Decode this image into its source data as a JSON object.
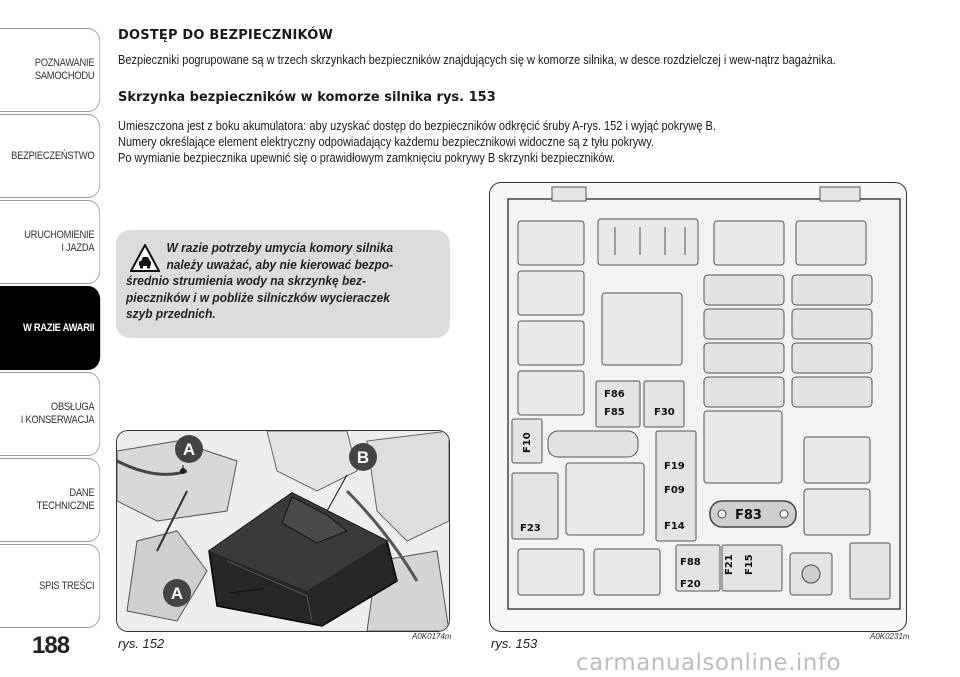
{
  "sidebar": {
    "tabs": [
      {
        "label": "POZNAWANIE\nSAMOCHODU",
        "active": false
      },
      {
        "label": "BEZPIECZEŃSTWO",
        "active": false
      },
      {
        "label": "URUCHOMIENIE\nI JAZDA",
        "active": false
      },
      {
        "label": "W RAZIE AWARII",
        "active": true
      },
      {
        "label": "OBSŁUGA\nI KONSERWACJA",
        "active": false
      },
      {
        "label": "DANE\nTECHNICZNE",
        "active": false
      },
      {
        "label": "SPIS TREŚCI",
        "active": false
      }
    ]
  },
  "page_number": "188",
  "section": {
    "title": "DOSTĘP DO BEZPIECZNIKÓW",
    "intro": "Bezpieczniki pogrupowane są w trzech skrzynkach bezpieczników znajdujących się w komorze silnika, w desce rozdzielczej i wew-nątrz bagażnika."
  },
  "subsection": {
    "title": "Skrzynka bezpieczników w komorze silnika rys. 153",
    "lines": [
      "Umieszczona jest z boku akumulatora: aby uzyskać dostęp do bezpieczników odkręcić śruby A-rys. 152 i wyjąć pokrywę B.",
      "Numery określające element elektryczny odpowiadający każdemu bezpiecznikowi widoczne są z tyłu pokrywy.",
      "Po wymianie bezpiecznika upewnić się o prawidłowym zamknięciu pokrywy B skrzynki bezpieczników."
    ]
  },
  "warning": {
    "line1": "W razie potrzeby umycia komory silnika",
    "line2": "należy uważać, aby nie kierować bezpo-",
    "line3": "średnio strumienia wody na skrzynkę bez-",
    "line4": "pieczników i w pobliże silniczków wycieraczek",
    "line5": "szyb przednich."
  },
  "figure152": {
    "caption": "rys. 152",
    "code": "A0K0174m",
    "label_a": "A",
    "label_b": "B"
  },
  "figure153": {
    "caption": "rys. 153",
    "code": "A0K0231m",
    "fuses": {
      "f86": "F86",
      "f85": "F85",
      "f30": "F30",
      "f10": "F10",
      "f19": "F19",
      "f09": "F09",
      "f14": "F14",
      "f83": "F83",
      "f23": "F23",
      "f88": "F88",
      "f20": "F20",
      "f21": "F21",
      "f15": "F15"
    }
  },
  "watermark": "carmanualsonline.info"
}
